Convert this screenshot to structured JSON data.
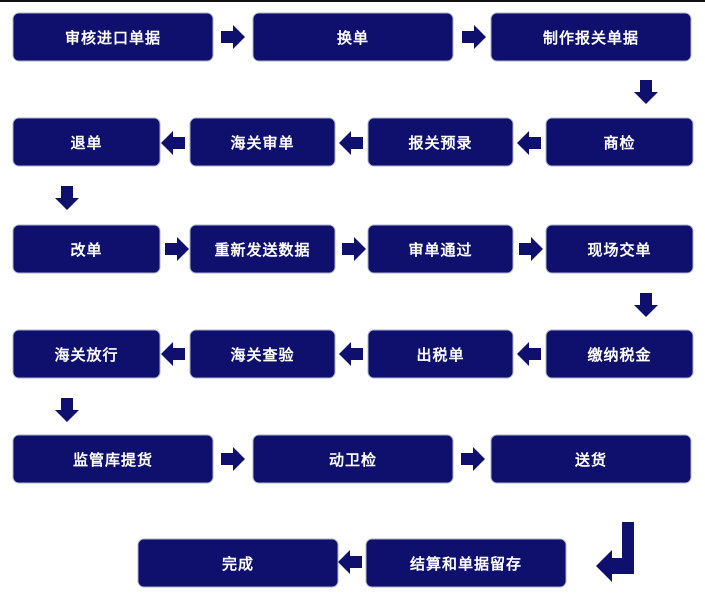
{
  "diagram": {
    "colors": {
      "box_fill": "#0f0f6e",
      "box_border": "#aeb0c8",
      "arrow": "#0f0f6e",
      "text": "#ffffff"
    },
    "steps": [
      {
        "id": "s1",
        "label": "审核进口单据"
      },
      {
        "id": "s2",
        "label": "换单"
      },
      {
        "id": "s3",
        "label": "制作报关单据"
      },
      {
        "id": "s4",
        "label": "商检"
      },
      {
        "id": "s5",
        "label": "报关预录"
      },
      {
        "id": "s6",
        "label": "海关审单"
      },
      {
        "id": "s7",
        "label": "退单"
      },
      {
        "id": "s8",
        "label": "改单"
      },
      {
        "id": "s9",
        "label": "重新发送数据"
      },
      {
        "id": "s10",
        "label": "审单通过"
      },
      {
        "id": "s11",
        "label": "现场交单"
      },
      {
        "id": "s12",
        "label": "缴纳税金"
      },
      {
        "id": "s13",
        "label": "出税单"
      },
      {
        "id": "s14",
        "label": "海关查验"
      },
      {
        "id": "s15",
        "label": "海关放行"
      },
      {
        "id": "s16",
        "label": "监管库提货"
      },
      {
        "id": "s17",
        "label": "动卫检"
      },
      {
        "id": "s18",
        "label": "送货"
      },
      {
        "id": "s19",
        "label": "结算和单据留存"
      },
      {
        "id": "s20",
        "label": "完成"
      }
    ],
    "connections": [
      [
        "s1",
        "s2"
      ],
      [
        "s2",
        "s3"
      ],
      [
        "s3",
        "s4"
      ],
      [
        "s4",
        "s5"
      ],
      [
        "s5",
        "s6"
      ],
      [
        "s6",
        "s7"
      ],
      [
        "s7",
        "s8"
      ],
      [
        "s8",
        "s9"
      ],
      [
        "s9",
        "s10"
      ],
      [
        "s10",
        "s11"
      ],
      [
        "s11",
        "s12"
      ],
      [
        "s12",
        "s13"
      ],
      [
        "s13",
        "s14"
      ],
      [
        "s14",
        "s15"
      ],
      [
        "s15",
        "s16"
      ],
      [
        "s16",
        "s17"
      ],
      [
        "s17",
        "s18"
      ],
      [
        "s18",
        "s19"
      ],
      [
        "s19",
        "s20"
      ]
    ]
  }
}
